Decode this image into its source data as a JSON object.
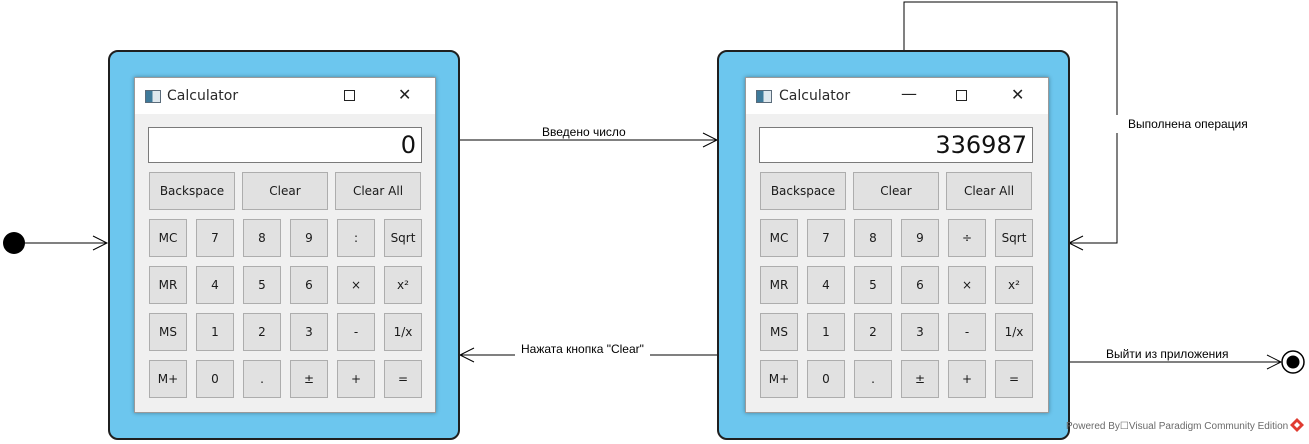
{
  "diagram": {
    "transitions": {
      "number_entered": "Введено число",
      "operation_done": "Выполнена операция",
      "clear_pressed": "Нажата кнопка \"Clear\"",
      "exit_app": "Выйти из приложения"
    },
    "footer": "Powered By☐Visual Paradigm Community Edition"
  },
  "left_window": {
    "title": "Calculator",
    "display": "0",
    "top_buttons": [
      "Backspace",
      "Clear",
      "Clear All"
    ],
    "grid": [
      [
        "MC",
        "7",
        "8",
        "9",
        ":",
        "Sqrt"
      ],
      [
        "MR",
        "4",
        "5",
        "6",
        "×",
        "x²"
      ],
      [
        "MS",
        "1",
        "2",
        "3",
        "-",
        "1/x"
      ],
      [
        "M+",
        "0",
        ".",
        "±",
        "+",
        "="
      ]
    ]
  },
  "right_window": {
    "title": "Calculator",
    "display": "336987",
    "top_buttons": [
      "Backspace",
      "Clear",
      "Clear All"
    ],
    "grid": [
      [
        "MC",
        "7",
        "8",
        "9",
        "÷",
        "Sqrt"
      ],
      [
        "MR",
        "4",
        "5",
        "6",
        "×",
        "x²"
      ],
      [
        "MS",
        "1",
        "2",
        "3",
        "-",
        "1/x"
      ],
      [
        "M+",
        "0",
        ".",
        "±",
        "+",
        "="
      ]
    ]
  },
  "colors": {
    "state_fill": "#6cc6ee",
    "state_border": "#1f1f1f",
    "button_face": "#e1e1e1",
    "window_bg": "#f0f0f0"
  }
}
